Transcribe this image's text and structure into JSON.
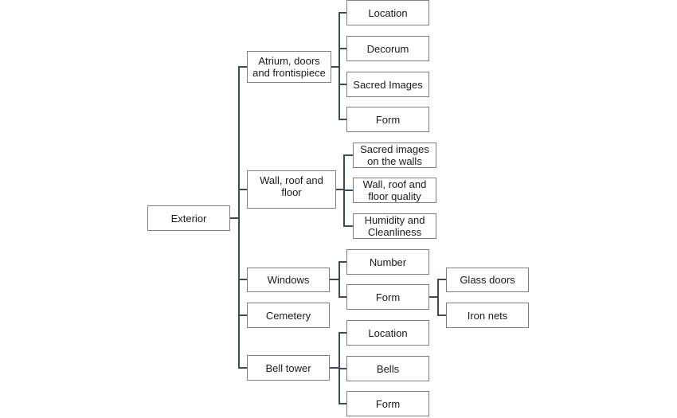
{
  "root": {
    "label": "Exterior"
  },
  "categories": [
    {
      "label": "Atrium, doors and frontispiece",
      "children": [
        {
          "label": "Location"
        },
        {
          "label": "Decorum"
        },
        {
          "label": "Sacred Images"
        },
        {
          "label": "Form"
        }
      ]
    },
    {
      "label": "Wall, roof and floor",
      "children": [
        {
          "label": "Sacred images on the walls"
        },
        {
          "label": "Wall, roof and floor quality"
        },
        {
          "label": "Humidity and Cleanliness"
        }
      ]
    },
    {
      "label": "Windows",
      "children": [
        {
          "label": "Number"
        },
        {
          "label": "Form",
          "children": [
            {
              "label": "Glass doors"
            },
            {
              "label": "Iron nets"
            }
          ]
        }
      ]
    },
    {
      "label": "Cemetery",
      "children": []
    },
    {
      "label": "Bell tower",
      "children": [
        {
          "label": "Location"
        },
        {
          "label": "Bells"
        },
        {
          "label": "Form"
        }
      ]
    }
  ],
  "colors": {
    "connector": "#3c4a5a",
    "box_border": "#7f7f7f",
    "text": "#1a1a1a"
  }
}
